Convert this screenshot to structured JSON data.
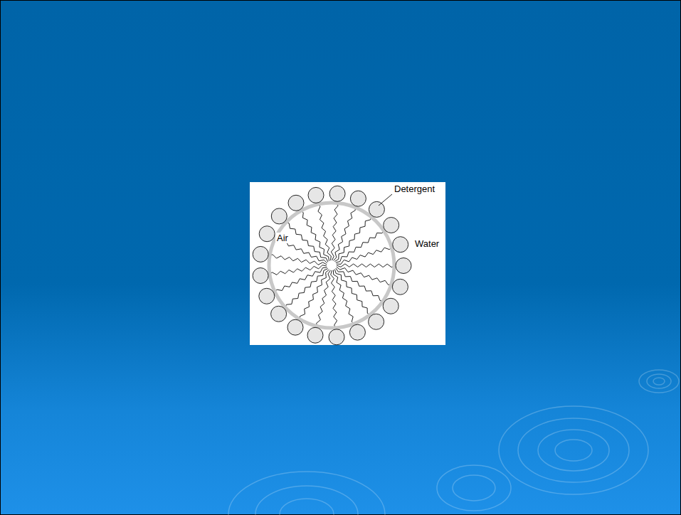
{
  "diagram": {
    "labels": [
      "Detergent",
      "Air",
      "Water"
    ]
  }
}
